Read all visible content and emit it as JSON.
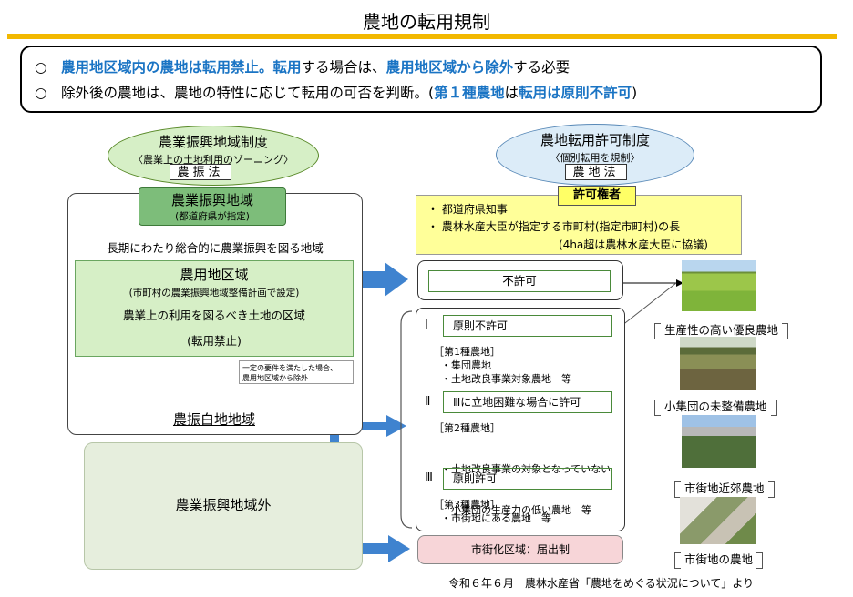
{
  "title": "農地の転用規制",
  "summary": {
    "line1": [
      {
        "text": "○　",
        "hl": false
      },
      {
        "text": "農用地区域内の農地は転用禁止。転用",
        "hl": true
      },
      {
        "text": "する場合は、",
        "hl": false
      },
      {
        "text": "農用地区域から除外",
        "hl": true
      },
      {
        "text": "する必要",
        "hl": false
      }
    ],
    "line2": [
      {
        "text": "○　除外後の農地は、農地の特性に応じて転用の可否を判断。(",
        "hl": false
      },
      {
        "text": "第１種農地",
        "hl": true
      },
      {
        "text": "は",
        "hl": false
      },
      {
        "text": "転用は原則不許可",
        "hl": true
      },
      {
        "text": ")",
        "hl": false
      }
    ]
  },
  "left_header": {
    "title": "農業振興地域制度",
    "sub": "〈農業上の土地利用のゾーニング〉",
    "law": "農振法"
  },
  "right_header": {
    "title": "農地転用許可制度",
    "sub": "〈個別転用を規制〉",
    "law": "農地法"
  },
  "nogyo_area": {
    "title": "農業振興地域",
    "sub": "(都道府県が指定)",
    "desc": "長期にわたり総合的に農業振興を図る地域"
  },
  "noyochi": {
    "title": "農用地区域",
    "sub": "(市町村の農業振興地域整備計画で設定)",
    "desc": "農業上の利用を図るべき土地の区域",
    "ban": "(転用禁止)"
  },
  "exclusion_note": [
    "一定の要件を満たした場合、",
    "農用地区域から除外"
  ],
  "noshin_shirochi": "農振白地地域",
  "outside": "農業振興地域外",
  "authority": {
    "label": "許可権者",
    "items": [
      "・ 都道府県知事",
      "・ 農林水産大臣が指定する市町村(指定市町村)の長"
    ],
    "note": "(4ha超は農林水産大臣に協議)"
  },
  "fukyoka": "不許可",
  "categories": [
    {
      "num": "Ⅰ",
      "rule": "原則不許可",
      "type": "［第1種農地］",
      "items": [
        "・集団農地",
        "・土地改良事業対象農地　等"
      ]
    },
    {
      "num": "Ⅱ",
      "rule": "Ⅲに立地困難な場合に許可",
      "type": "［第2種農地］",
      "items": [
        "・土地改良事業の対象となっていない",
        "　小集団の生産力の低い農地　等"
      ]
    },
    {
      "num": "Ⅲ",
      "rule": "原則許可",
      "type": "［第3種農地］",
      "items": [
        "・市街地にある農地　等"
      ]
    }
  ],
  "shigaika": "市街化区域：届出制",
  "photos": [
    {
      "caption": "生産性の高い優良農地",
      "icon": "paddy-field-photo"
    },
    {
      "caption": "小集団の未整備農地",
      "icon": "small-farmland-photo"
    },
    {
      "caption": "市街地近郊農地",
      "icon": "suburban-farmland-photo"
    },
    {
      "caption": "市街地の農地",
      "icon": "urban-farmland-photo"
    }
  ],
  "source": "令和６年６月　農林水産省「農地をめぐる状況について」より",
  "colors": {
    "accent_bar": "#f2b800",
    "highlight_text": "#1a74c4",
    "green_dark": "#7dbd7a",
    "green_light": "#d6efc6",
    "gray_green": "#e6eedd",
    "yellow": "#ffff99",
    "arrow_blue": "#3f83cf",
    "pink": "#f7d5d8"
  }
}
